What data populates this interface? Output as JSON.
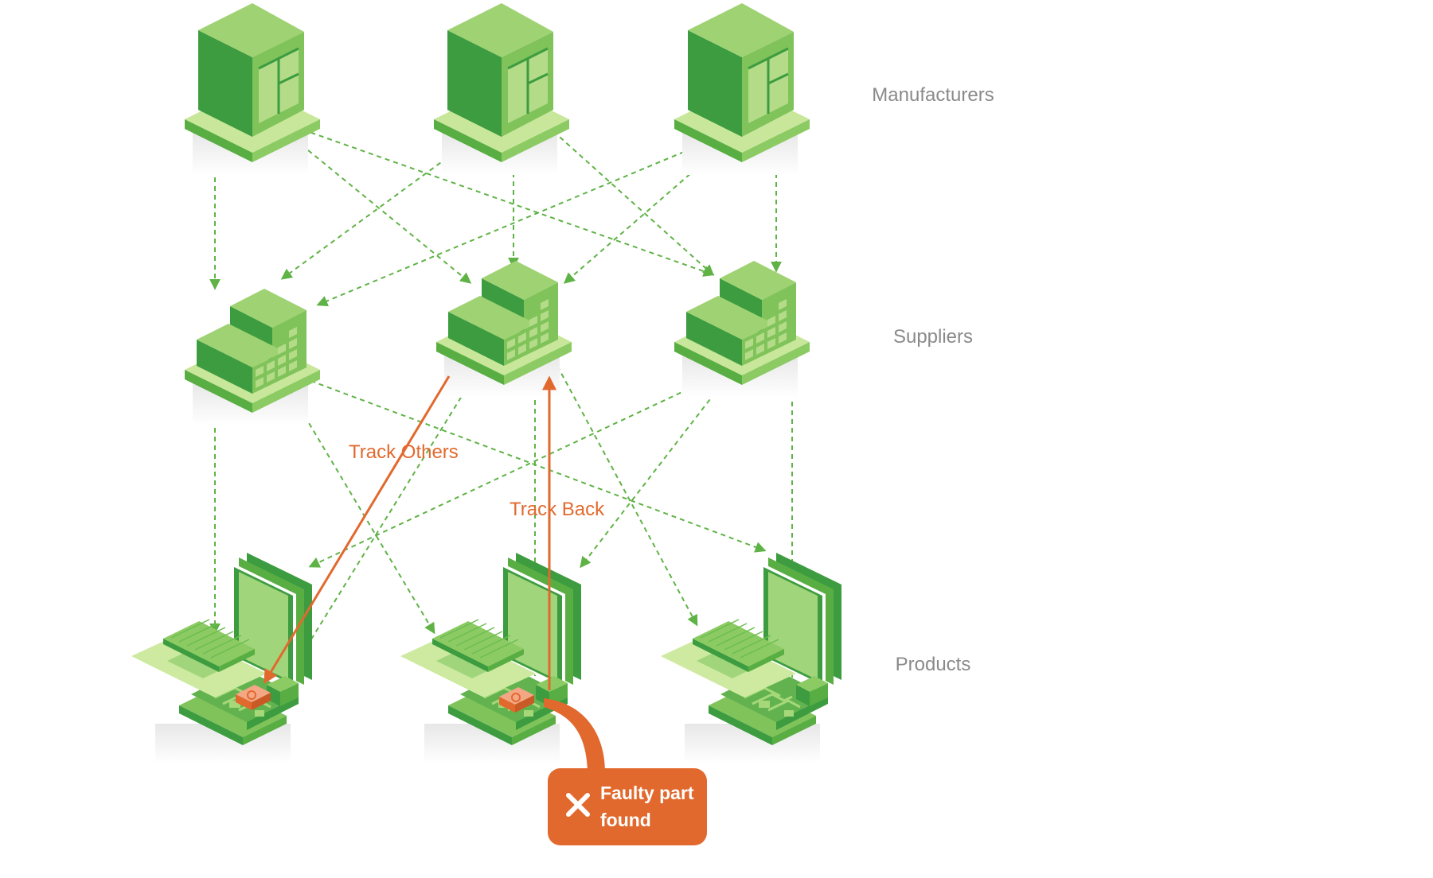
{
  "tiers": {
    "manufacturers": "Manufacturers",
    "suppliers": "Suppliers",
    "products": "Products"
  },
  "flows": {
    "track_others": "Track Others",
    "track_back": "Track Back"
  },
  "callout": {
    "text": "Faulty part\nfound",
    "icon": "close-x-icon"
  },
  "colors": {
    "green_dark": "#3a9a3e",
    "green_mid": "#62b34f",
    "green_light": "#9fd273",
    "green_pale": "#cdeaa0",
    "accent_orange": "#e2692e",
    "label_gray": "#8a8a8a"
  }
}
